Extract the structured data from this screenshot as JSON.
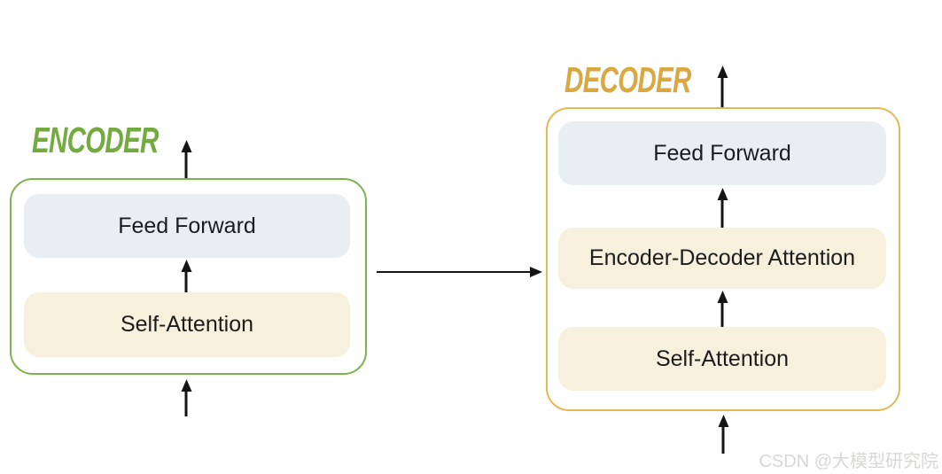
{
  "diagram": {
    "encoder": {
      "label": "ENCODER",
      "blocks": [
        {
          "label": "Feed Forward"
        },
        {
          "label": "Self-Attention"
        }
      ]
    },
    "decoder": {
      "label": "DECODER",
      "blocks": [
        {
          "label": "Feed Forward"
        },
        {
          "label": "Encoder-Decoder Attention"
        },
        {
          "label": "Self-Attention"
        }
      ]
    },
    "arrows": [
      "encoder-output-arrow",
      "encoder-internal-arrow",
      "encoder-input-arrow",
      "decoder-output-arrow",
      "decoder-internal-arrow-upper",
      "decoder-internal-arrow-lower",
      "decoder-input-arrow",
      "encoder-to-decoder-arrow"
    ],
    "watermark": "CSDN @大模型研究院",
    "colors": {
      "encoder_accent": "#74AB41",
      "encoder_border": "#7DB24D",
      "decoder_accent": "#D9A843",
      "decoder_border": "#E2B952",
      "feed_forward_fill": "#E9EEF3",
      "attention_fill": "#F7F0DC",
      "arrow": "#141414",
      "text": "#1C1C1C",
      "watermark_gray": "#D7D7D4"
    }
  }
}
